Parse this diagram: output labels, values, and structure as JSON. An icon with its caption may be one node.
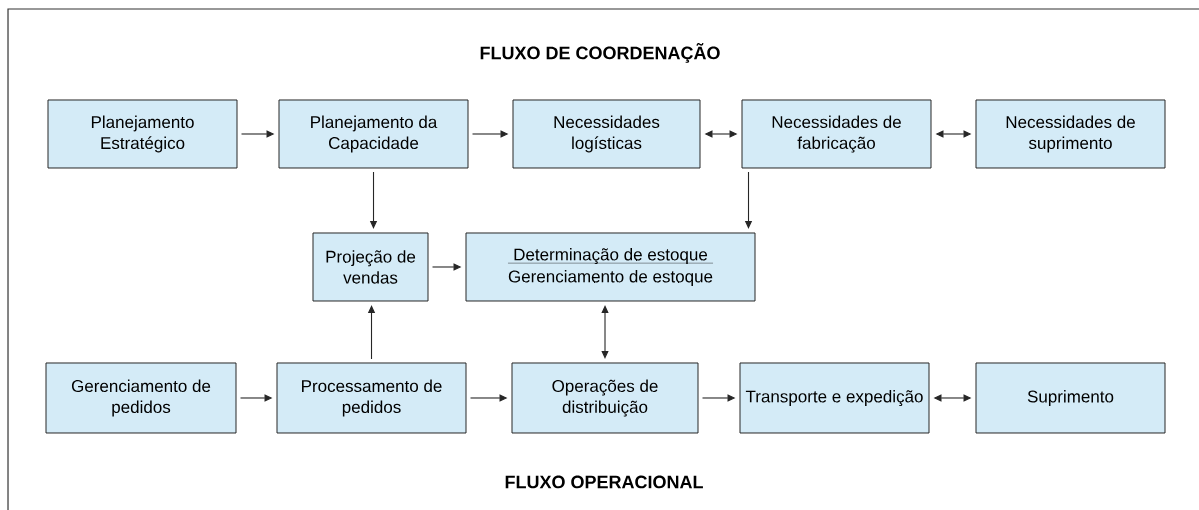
{
  "diagram": {
    "nodes": [
      {
        "text": [
          "Planejamento Estratégico"
        ]
      },
      {
        "text": [
          "Planejamento da Capacidade"
        ]
      },
      {
        "text": [
          "Necessidades logísticas"
        ]
      },
      {
        "text": [
          "Necessidades de fabricação"
        ]
      },
      {
        "text": [
          "Necessidades de suprimento"
        ]
      },
      {
        "text": [
          "Projeção de vendas"
        ]
      },
      {
        "text": [
          "Determinação de estoque",
          "Gerenciamento de estoque"
        ]
      },
      {
        "text": [
          "Gerenciamento de pedidos"
        ]
      },
      {
        "text": [
          "Processamento de pedidos"
        ]
      },
      {
        "text": [
          "Operações de distribuição"
        ]
      },
      {
        "text": [
          "Transporte e expedição"
        ]
      },
      {
        "text": [
          "Suprimento"
        ]
      }
    ],
    "edges": [
      {
        "from": 0,
        "to": 1,
        "arrow": "to"
      },
      {
        "from": 1,
        "to": 2,
        "arrow": "to"
      },
      {
        "from": 2,
        "to": 3,
        "arrow": "both"
      },
      {
        "from": 3,
        "to": 4,
        "arrow": "both"
      },
      {
        "from": 1,
        "to": 5,
        "arrow": "to"
      },
      {
        "from": 3,
        "to": 6,
        "arrow": "to"
      },
      {
        "from": 5,
        "to": 6,
        "arrow": "to"
      },
      {
        "from": 8,
        "to": 5,
        "arrow": "to"
      },
      {
        "from": 6,
        "to": 9,
        "arrow": "both"
      },
      {
        "from": 7,
        "to": 8,
        "arrow": "to"
      },
      {
        "from": 8,
        "to": 9,
        "arrow": "to"
      },
      {
        "from": 9,
        "to": 10,
        "arrow": "to"
      },
      {
        "from": 10,
        "to": 11,
        "arrow": "both"
      }
    ],
    "labels": [
      "FLUXO DE COORDENAÇÃO",
      "FLUXO OPERACIONAL"
    ]
  }
}
